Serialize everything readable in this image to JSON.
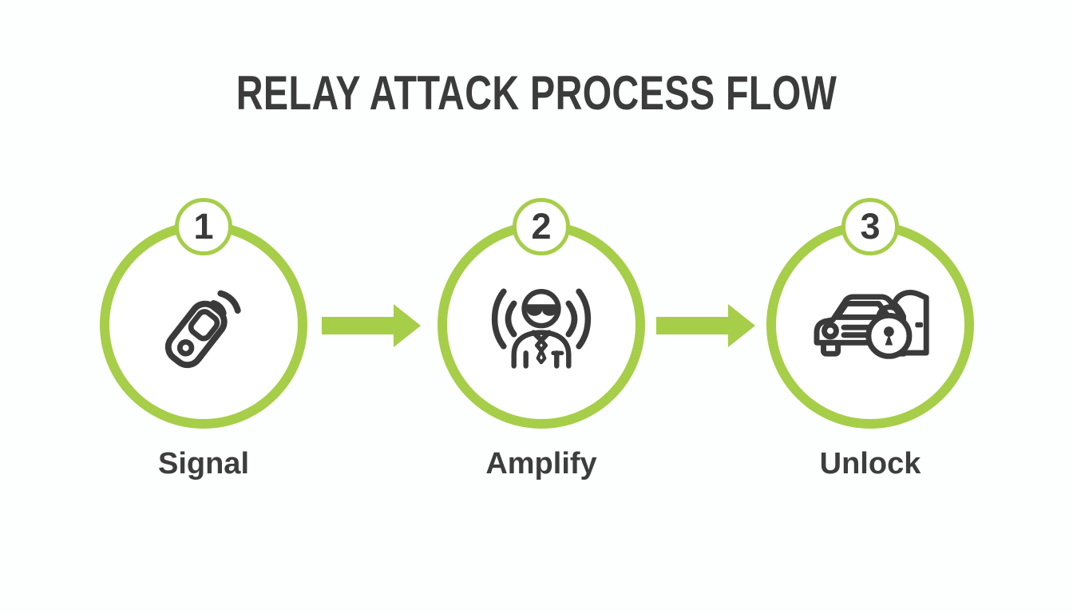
{
  "title": "RELAY ATTACK PROCESS FLOW",
  "colors": {
    "accent_green": "#a6ce48",
    "title_text": "#3b3b3b",
    "label_text": "#3d3d3d",
    "icon_stroke": "#3a3a3a",
    "background": "#fdfefe"
  },
  "steps": [
    {
      "number": "1",
      "label": "Signal",
      "icon": "key-fob-signal-icon"
    },
    {
      "number": "2",
      "label": "Amplify",
      "icon": "attacker-amplifier-icon"
    },
    {
      "number": "3",
      "label": "Unlock",
      "icon": "car-unlock-icon"
    }
  ],
  "arrows": [
    {
      "icon": "arrow-right-icon"
    },
    {
      "icon": "arrow-right-icon"
    }
  ]
}
